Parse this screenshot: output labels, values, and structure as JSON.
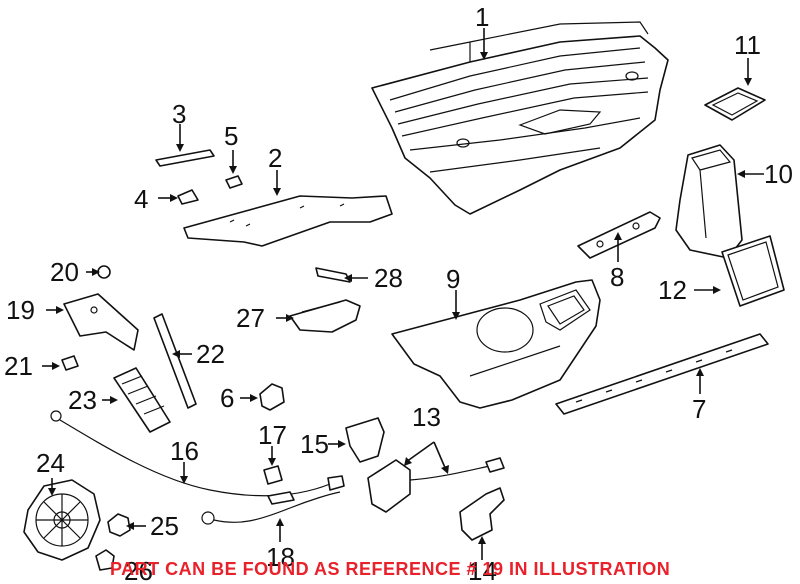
{
  "callouts": [
    {
      "id": "1",
      "label": "1"
    },
    {
      "id": "2",
      "label": "2"
    },
    {
      "id": "3",
      "label": "3"
    },
    {
      "id": "4",
      "label": "4"
    },
    {
      "id": "5",
      "label": "5"
    },
    {
      "id": "6",
      "label": "6"
    },
    {
      "id": "7",
      "label": "7"
    },
    {
      "id": "8",
      "label": "8"
    },
    {
      "id": "9",
      "label": "9"
    },
    {
      "id": "10",
      "label": "10"
    },
    {
      "id": "11",
      "label": "11"
    },
    {
      "id": "12",
      "label": "12"
    },
    {
      "id": "13",
      "label": "13"
    },
    {
      "id": "14",
      "label": "14"
    },
    {
      "id": "15",
      "label": "15"
    },
    {
      "id": "16",
      "label": "16"
    },
    {
      "id": "17",
      "label": "17"
    },
    {
      "id": "18",
      "label": "18"
    },
    {
      "id": "19",
      "label": "19"
    },
    {
      "id": "20",
      "label": "20"
    },
    {
      "id": "21",
      "label": "21"
    },
    {
      "id": "22",
      "label": "22"
    },
    {
      "id": "23",
      "label": "23"
    },
    {
      "id": "24",
      "label": "24"
    },
    {
      "id": "25",
      "label": "25"
    },
    {
      "id": "26",
      "label": "26"
    },
    {
      "id": "27",
      "label": "27"
    },
    {
      "id": "28",
      "label": "28"
    }
  ],
  "notice": "PART CAN BE FOUND AS REFERENCE # 19 IN ILLUSTRATION",
  "colors": {
    "line": "#111111",
    "notice": "#e8212b",
    "background": "#ffffff"
  }
}
